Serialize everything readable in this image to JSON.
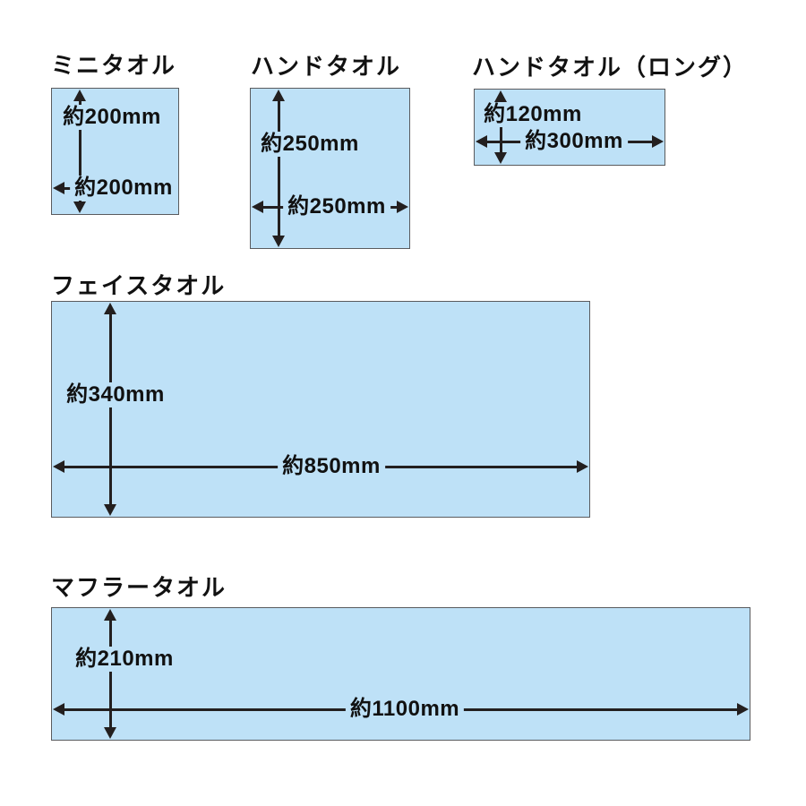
{
  "page": {
    "background": "#ffffff",
    "description_labels": {
      "unit": "mm"
    }
  },
  "colors": {
    "towel_fill": "#bee1f7",
    "towel_border": "#5a5b5e",
    "arrow": "#231f1f",
    "text": "#111111"
  },
  "towels": [
    {
      "id": "mini",
      "title": "ミニタオル",
      "height_label": "約200mm",
      "width_label": "約200mm",
      "height_mm": 200,
      "width_mm": 200
    },
    {
      "id": "hand",
      "title": "ハンドタオル",
      "height_label": "約250mm",
      "width_label": "約250mm",
      "height_mm": 250,
      "width_mm": 250
    },
    {
      "id": "hand-long",
      "title": "ハンドタオル（ロング）",
      "height_label": "約120mm",
      "width_label": "約300mm",
      "height_mm": 120,
      "width_mm": 300
    },
    {
      "id": "face",
      "title": "フェイスタオル",
      "height_label": "約340mm",
      "width_label": "約850mm",
      "height_mm": 340,
      "width_mm": 850
    },
    {
      "id": "muffler",
      "title": "マフラータオル",
      "height_label": "約210mm",
      "width_label": "約1100mm",
      "height_mm": 210,
      "width_mm": 1100
    }
  ]
}
